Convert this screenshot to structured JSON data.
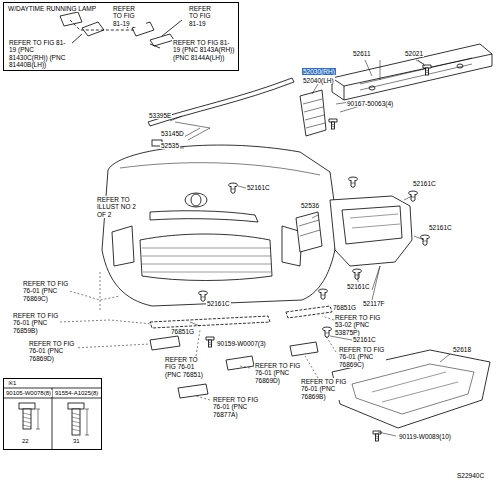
{
  "diagram": {
    "nodes": [
      {
        "text": [
          "W/DAYTIME RUNNING LAMP",
          "REFER TO FIG 81-19",
          "REFER TO FIG 81-19",
          "REFER TO FIG 81-19 (PNC 81430C(RH)) (PNC 81440B(LH))",
          "REFER TO FIG 81-19 (PNC 8143A(RH)) (PNC 8144A(LH))"
        ]
      },
      {
        "text": [
          "※1",
          "90105-W0078(8)",
          "91554-A1025(8)",
          "22",
          "31"
        ]
      }
    ],
    "labels": [
      "52611",
      "52021",
      "52030(RH)",
      "52040(LH)",
      "90167-50063(4)",
      "53395E",
      "53145D",
      "52535",
      "52161C",
      "REFER TO ILLUST NO 2 OF 2",
      "52161C",
      "52536",
      "52161C",
      "52161C",
      "52117F",
      "REFER TO FIG 76-01 (PNC 76869C)",
      "REFER TO FIG 76-01 (PNC 76859B)",
      "REFER TO FIG 76-01 (PNC 76869D)",
      "52161C",
      "76851G",
      "76851G",
      "REFER TO FIG 53-02 (PNC 53875P)",
      "52161C",
      "90159-W0007(3)",
      "REFER TO FIG 76-01 (PNC 76869C)",
      "REFER TO FIG 76-01 (PNC 76851)",
      "REFER TO FIG 76-01 (PNC 76869D)",
      "REFER TO FIG 76-01 (PNC 76869B)",
      "52618",
      "REFER TO FIG 76-01 (PNC 76877A)",
      "90119-W0089(10)",
      "S22940C"
    ]
  }
}
